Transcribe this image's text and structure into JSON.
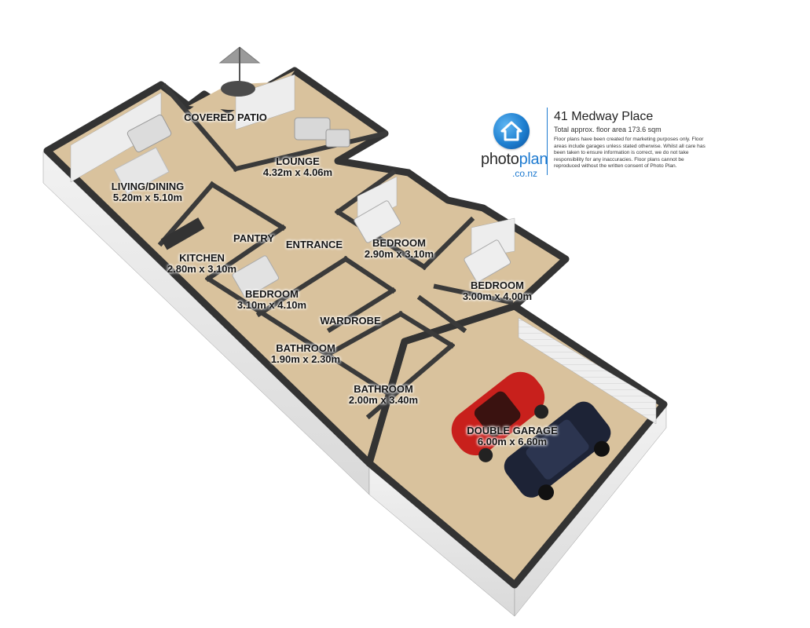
{
  "listing": {
    "address": "41 Medway Place",
    "floor_area": "Total approx. floor area 173.6 sqm",
    "disclaimer": "Floor plans have been created for marketing purposes only. Floor areas include garages unless stated otherwise. Whilst all care has been taken to ensure information is correct, we do not take responsibility for any inaccuracies. Floor plans cannot be reproduced without the written consent of Photo Plan."
  },
  "brand": {
    "name_prefix": "photo",
    "name_suffix": "plan",
    "tld": ".co.nz",
    "icon": "house-icon"
  },
  "rooms": {
    "covered_patio": {
      "name": "COVERED PATIO",
      "size": ""
    },
    "lounge": {
      "name": "LOUNGE",
      "size": "4.32m x 4.06m"
    },
    "living_dining": {
      "name": "LIVING/DINING",
      "size": "5.20m x 5.10m"
    },
    "pantry": {
      "name": "PANTRY",
      "size": ""
    },
    "entrance": {
      "name": "ENTRANCE",
      "size": ""
    },
    "kitchen": {
      "name": "KITCHEN",
      "size": "2.80m x 3.10m"
    },
    "bedroom_1": {
      "name": "BEDROOM",
      "size": "2.90m x 3.10m"
    },
    "bedroom_2": {
      "name": "BEDROOM",
      "size": "3.00m x 4.00m"
    },
    "bedroom_3": {
      "name": "BEDROOM",
      "size": "3.10m x 4.10m"
    },
    "wardrobe": {
      "name": "WARDROBE",
      "size": ""
    },
    "bathroom_1": {
      "name": "BATHROOM",
      "size": "1.90m x 2.30m"
    },
    "bathroom_2": {
      "name": "BATHROOM",
      "size": "2.00m x 3.40m"
    },
    "double_garage": {
      "name": "DOUBLE GARAGE",
      "size": "6.00m x 6.60m"
    }
  },
  "colors": {
    "floor": "#d8c09a",
    "wall_top": "#3a3a3a",
    "wall_face": "#e9e9e9",
    "brand_blue": "#1d7ad0"
  }
}
